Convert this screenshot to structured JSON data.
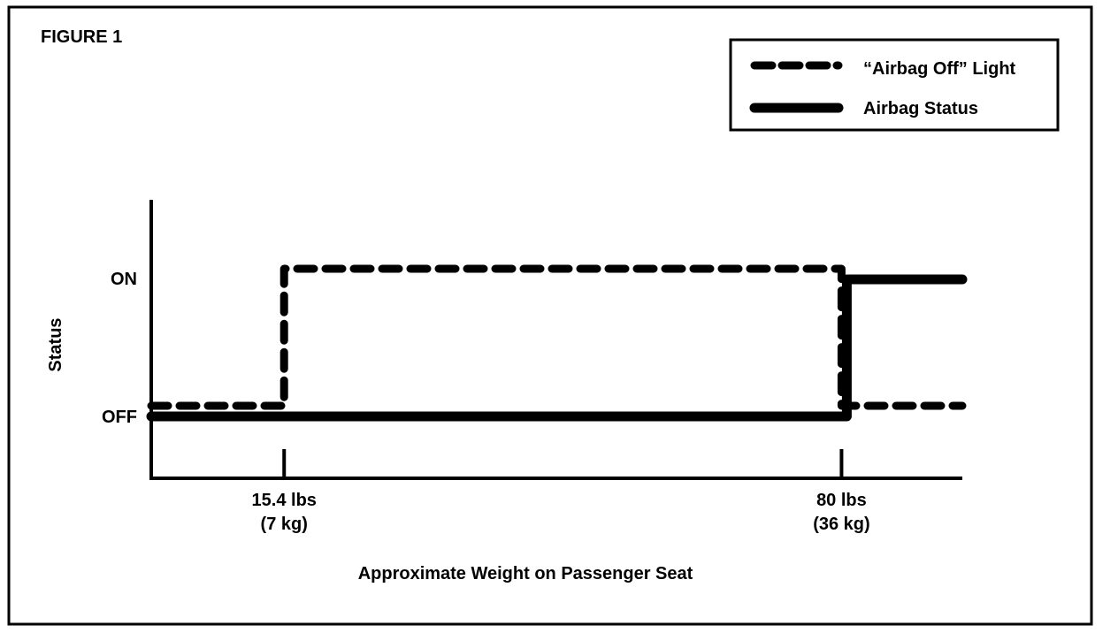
{
  "figure_label": "FIGURE 1",
  "colors": {
    "background": "#ffffff",
    "ink": "#000000"
  },
  "chart_data": {
    "type": "line",
    "title": "",
    "xlabel": "Approximate Weight on Passenger Seat",
    "ylabel": "Status",
    "y_categories": [
      "OFF",
      "ON"
    ],
    "x_ticks": [
      {
        "value": 15.4,
        "label_line1": "15.4 lbs",
        "label_line2": "(7 kg)"
      },
      {
        "value": 80,
        "label_line1": "80 lbs",
        "label_line2": "(36 kg)"
      }
    ],
    "xlim": [
      0,
      94
    ],
    "legend_position": "top-right",
    "series": [
      {
        "name": "“Airbag Off” Light",
        "style": "dashed",
        "points": [
          [
            0,
            "OFF"
          ],
          [
            15.4,
            "OFF"
          ],
          [
            15.4,
            "ON"
          ],
          [
            80,
            "ON"
          ],
          [
            80,
            "OFF"
          ],
          [
            94,
            "OFF"
          ]
        ]
      },
      {
        "name": "Airbag Status",
        "style": "solid",
        "points": [
          [
            0,
            "OFF"
          ],
          [
            80,
            "OFF"
          ],
          [
            80,
            "ON"
          ],
          [
            94,
            "ON"
          ]
        ]
      }
    ]
  }
}
